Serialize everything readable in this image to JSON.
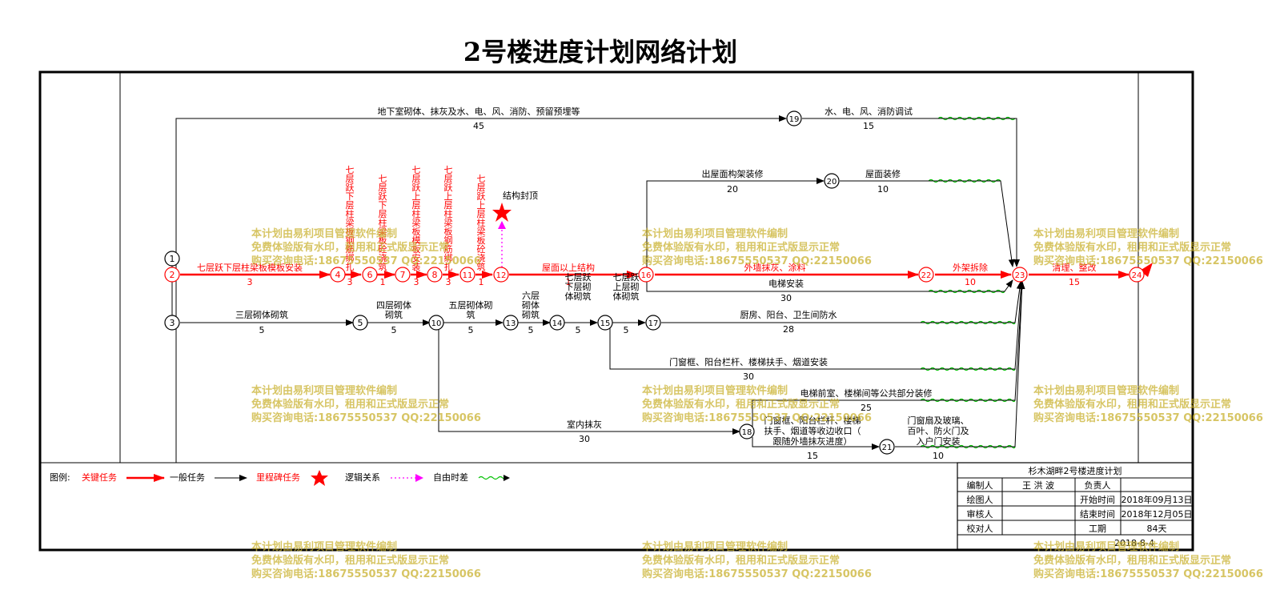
{
  "title": "2号楼进度计划网络计划",
  "colors": {
    "critical": "#ff0000",
    "normal": "#000000",
    "logic": "#ff00ff",
    "slack": "#00c000",
    "watermark": "#c8af28"
  },
  "nodes": [
    {
      "id": "n1",
      "label": "1"
    },
    {
      "id": "n2",
      "label": "2"
    },
    {
      "id": "n3",
      "label": "3"
    },
    {
      "id": "n4",
      "label": "4"
    },
    {
      "id": "n5",
      "label": "5"
    },
    {
      "id": "n6",
      "label": "6"
    },
    {
      "id": "n7",
      "label": "7"
    },
    {
      "id": "n8",
      "label": "8"
    },
    {
      "id": "n10",
      "label": "10"
    },
    {
      "id": "n11",
      "label": "11"
    },
    {
      "id": "n12",
      "label": "12"
    },
    {
      "id": "n13",
      "label": "13"
    },
    {
      "id": "n14",
      "label": "14"
    },
    {
      "id": "n15",
      "label": "15"
    },
    {
      "id": "n16",
      "label": "16"
    },
    {
      "id": "n17",
      "label": "17"
    },
    {
      "id": "n18",
      "label": "18"
    },
    {
      "id": "n19",
      "label": "19"
    },
    {
      "id": "n20",
      "label": "20"
    },
    {
      "id": "n21",
      "label": "21"
    },
    {
      "id": "n22",
      "label": "22"
    },
    {
      "id": "n23",
      "label": "23"
    },
    {
      "id": "n24",
      "label": "24"
    }
  ],
  "tasks": {
    "t_basement": {
      "name": "地下室砌体、抹灰及水、电、风、消防、预留预埋等",
      "days": "45"
    },
    "t_mep_debug": {
      "name": "水、电、风、消防调试",
      "days": "15"
    },
    "t_roof_frame": {
      "name": "出屋面构架装修",
      "days": "20"
    },
    "t_roof_deco": {
      "name": "屋面装修",
      "days": "10"
    },
    "t_7f_lower_form": {
      "name": "七层跃下层柱梁板模板安装",
      "days": "3"
    },
    "t_rebar_1": {
      "name": "七层跃下层柱梁板钢筋绑扎",
      "days": "3"
    },
    "t_pour_1": {
      "name": "七层跃下层柱梁板砼浇筑",
      "days": "1"
    },
    "t_form_2": {
      "name": "七层跃上层柱梁板模板安装",
      "days": "3"
    },
    "t_rebar_2": {
      "name": "七层跃上层柱梁板钢筋绑扎",
      "days": "3"
    },
    "t_pour_2": {
      "name": "七层跃上层柱梁板砼浇筑",
      "days": "1"
    },
    "t_roof_struct": {
      "name": "屋面以上结构",
      "days": "1"
    },
    "t_ext_plaster": {
      "name": "外墙抹灰、涂料",
      "days": ""
    },
    "t_scaffold": {
      "name": "外架拆除",
      "days": "10"
    },
    "t_clean": {
      "name": "清理、整改",
      "days": "15"
    },
    "t_elevator": {
      "name": "电梯安装",
      "days": "30"
    },
    "t_masonry3": {
      "name": "三层砌体砌筑",
      "days": "5"
    },
    "t_masonry4": {
      "name": "四层砌体砌筑",
      "days": "5"
    },
    "t_masonry5": {
      "name": "五层砌体砌筑",
      "days": "5"
    },
    "t_masonry6": {
      "name": "六层砌体砌筑",
      "days": "5"
    },
    "t_masonry7l": {
      "name": "七层跃下层砌体砌筑",
      "days": "5"
    },
    "t_masonry7u": {
      "name": "七层跃上层砌体砌筑",
      "days": "5"
    },
    "t_kitchen": {
      "name": "厨房、阳台、卫生间防水",
      "days": "28"
    },
    "t_windows": {
      "name": "门窗框、阳台栏杆、楼梯扶手、烟道安装",
      "days": "30"
    },
    "t_public": {
      "name": "电梯前室、楼梯间等公共部分装修",
      "days": "25"
    },
    "t_interior": {
      "name": "室内抹灰",
      "days": "30"
    },
    "t_closing": {
      "name": "门窗框、阳台栏杆、楼梯扶手、烟道等收边收口（跟随外墙抹灰进度）",
      "days": "15"
    },
    "t_doors": {
      "name": "门窗扇及玻璃、百叶、防火门及入户门安装",
      "days": "10"
    }
  },
  "milestone": {
    "label": "结构封顶"
  },
  "legend": {
    "title": "图例:",
    "critical": "关键任务",
    "normal": "一般任务",
    "milestone": "里程碑任务",
    "logic": "逻辑关系",
    "slack": "自由时差"
  },
  "info_table": {
    "title": "杉木湖畔2号楼进度计划",
    "rows": [
      [
        "编制人",
        "王 洪 波",
        "负责人",
        ""
      ],
      [
        "绘图人",
        "",
        "开始时间",
        "2018年09月13日"
      ],
      [
        "审核人",
        "",
        "结束时间",
        "2018年12月05日"
      ],
      [
        "校对人",
        "",
        "工期",
        "84天"
      ]
    ],
    "date": "2018-8-4"
  },
  "watermark": [
    "本计划由易利项目管理软件编制",
    "免费体验版有水印，租用和正式版显示正常",
    "购买咨询电话:18675550537 QQ:22150066"
  ]
}
